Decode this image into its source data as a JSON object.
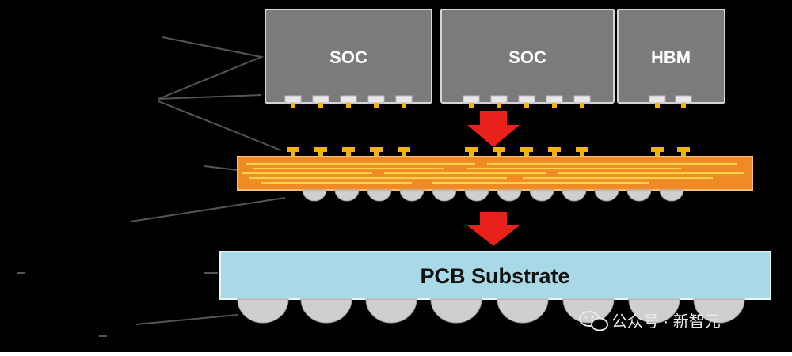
{
  "colors": {
    "background": "#000000",
    "chip_fill": "#7b7b7b",
    "chip_border": "#d6d6d6",
    "pad_gold": "#f2b400",
    "interposer_orange": "#f08a24",
    "interposer_lines": "#ffd24a",
    "bump_grey": "#cfcfcf",
    "arrow_red": "#e8221b",
    "substrate_blue": "#a9d8e6",
    "substrate_text": "#111111",
    "chip_text": "#ffffff",
    "watermark_text": "#e8e8e8"
  },
  "chips": [
    {
      "label": "SOC"
    },
    {
      "label": "SOC"
    },
    {
      "label": "HBM"
    }
  ],
  "substrate": {
    "label": "PCB Substrate"
  },
  "watermark": {
    "text": "公众号 · 新智元"
  }
}
